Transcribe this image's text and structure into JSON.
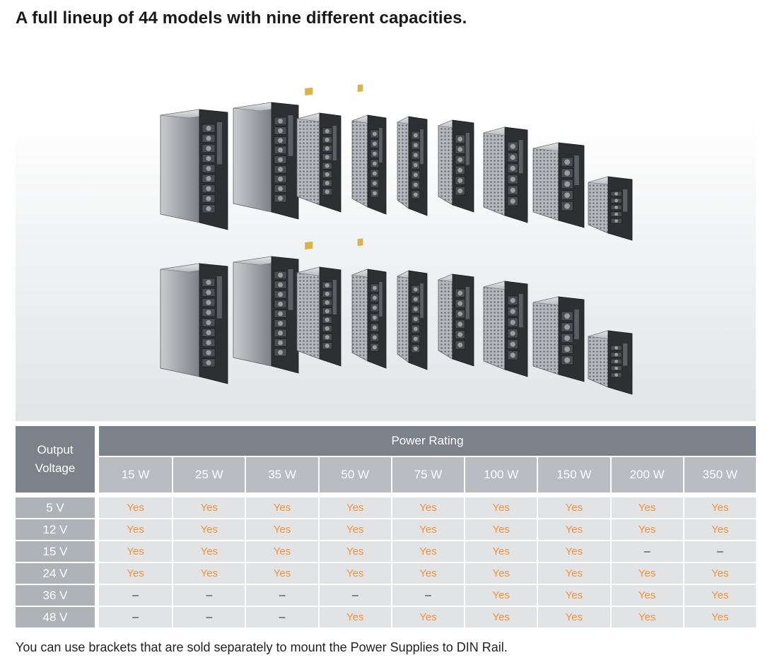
{
  "headline": "A full lineup of 44 models with nine different capacities.",
  "table": {
    "voltage_header": [
      "Output",
      "Voltage"
    ],
    "power_header": "Power Rating",
    "wattages": [
      "15 W",
      "25 W",
      "35 W",
      "50 W",
      "75 W",
      "100 W",
      "150 W",
      "200 W",
      "350 W"
    ],
    "rows": [
      {
        "voltage": "5 V",
        "cells": [
          "Yes",
          "Yes",
          "Yes",
          "Yes",
          "Yes",
          "Yes",
          "Yes",
          "Yes",
          "Yes"
        ]
      },
      {
        "voltage": "12 V",
        "cells": [
          "Yes",
          "Yes",
          "Yes",
          "Yes",
          "Yes",
          "Yes",
          "Yes",
          "Yes",
          "Yes"
        ]
      },
      {
        "voltage": "15 V",
        "cells": [
          "Yes",
          "Yes",
          "Yes",
          "Yes",
          "Yes",
          "Yes",
          "Yes",
          "–",
          "–"
        ]
      },
      {
        "voltage": "24 V",
        "cells": [
          "Yes",
          "Yes",
          "Yes",
          "Yes",
          "Yes",
          "Yes",
          "Yes",
          "Yes",
          "Yes"
        ]
      },
      {
        "voltage": "36 V",
        "cells": [
          "–",
          "–",
          "–",
          "–",
          "–",
          "Yes",
          "Yes",
          "Yes",
          "Yes"
        ]
      },
      {
        "voltage": "48 V",
        "cells": [
          "–",
          "–",
          "–",
          "Yes",
          "Yes",
          "Yes",
          "Yes",
          "Yes",
          "Yes"
        ]
      }
    ]
  },
  "footnote": "You can use brackets that are sold separately to mount the Power Supplies to DIN Rail.",
  "colors": {
    "header_dark": "#7c8289",
    "header_light": "#b9bcc1",
    "voltage_cell": "#aeb3b8",
    "data_cell": "#e1e3e5",
    "yes_text": "#f2923e"
  }
}
